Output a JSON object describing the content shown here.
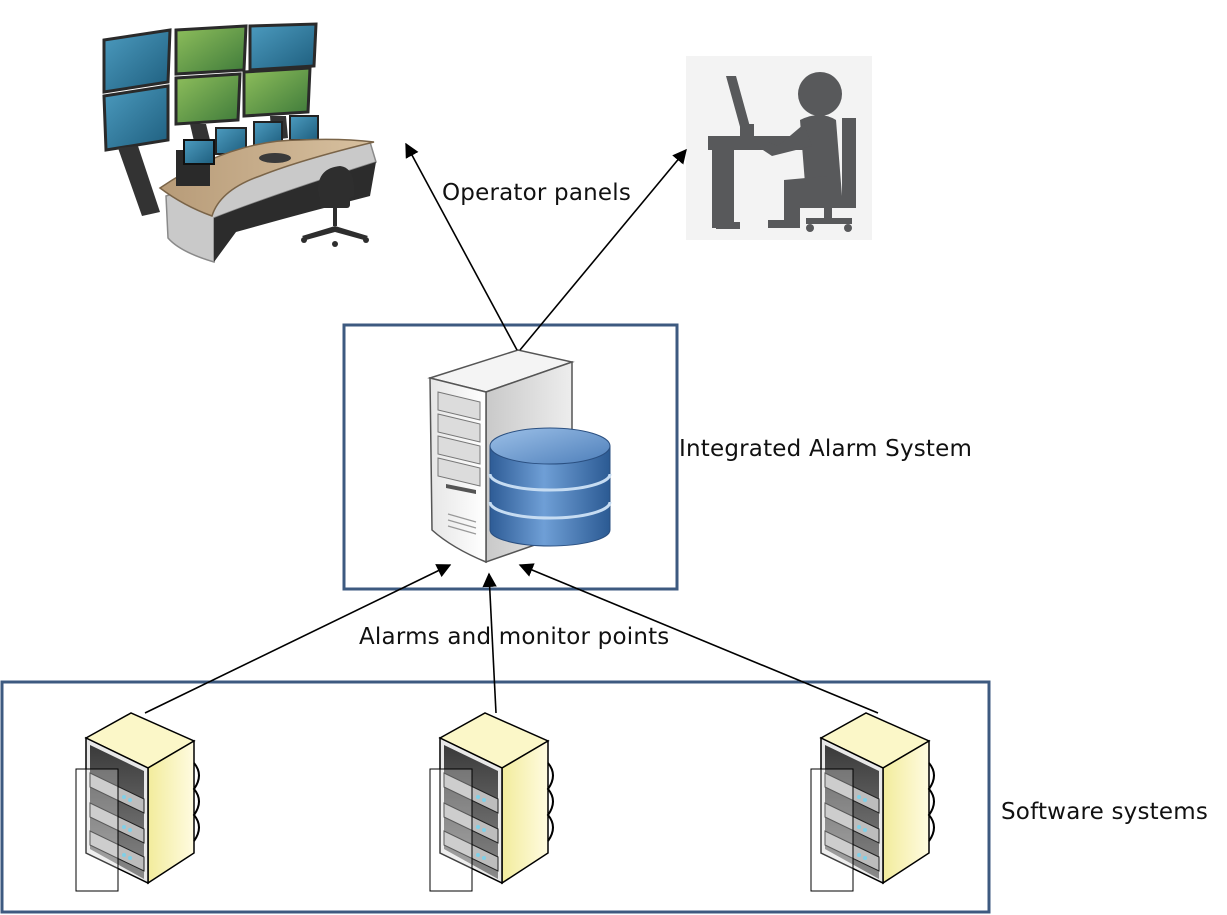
{
  "labels": {
    "operator_panels": "Operator panels",
    "integrated_alarm_system": "Integrated Alarm System",
    "alarms_and_monitor_points": "Alarms and monitor points",
    "software_systems": "Software systems"
  },
  "colors": {
    "box_border": "#3d5a80",
    "arrow": "#000000",
    "person_icon": "#58595b",
    "database": "#4a7bb5",
    "rack_panel": "#f7f3b5"
  },
  "icons": [
    "control-room-desk",
    "person-at-computer",
    "server-with-database",
    "server-rack"
  ]
}
